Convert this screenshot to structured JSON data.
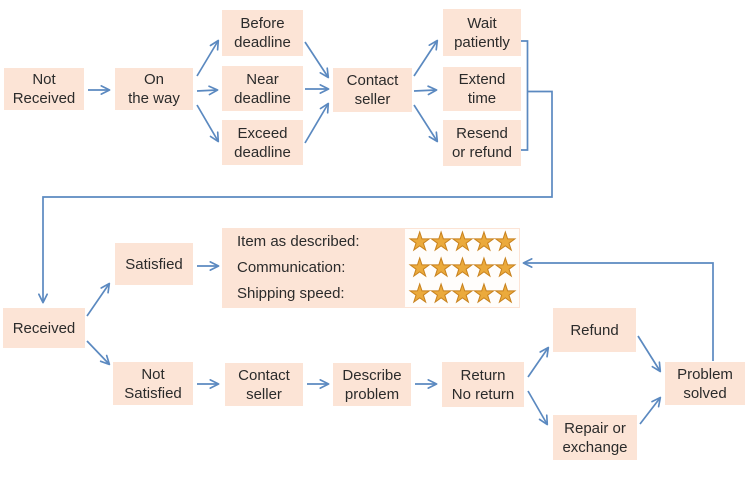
{
  "colors": {
    "box_fill": "#fce4d6",
    "arrow": "#5b89c0",
    "text": "#2b2b2b",
    "star_fill": "#ebaa3c",
    "star_stroke": "#c8821e",
    "panel": "#fffdfb"
  },
  "nodes": {
    "not_received": {
      "label": "Not\nReceived"
    },
    "on_the_way": {
      "label": "On\nthe way"
    },
    "before_deadline": {
      "label": "Before\ndeadline"
    },
    "near_deadline": {
      "label": "Near\ndeadline"
    },
    "exceed_deadline": {
      "label": "Exceed\ndeadline"
    },
    "contact_seller_top": {
      "label": "Contact\nseller"
    },
    "wait_patiently": {
      "label": "Wait\npatiently"
    },
    "extend_time": {
      "label": "Extend\ntime"
    },
    "resend_or_refund": {
      "label": "Resend\nor refund"
    },
    "received": {
      "label": "Received"
    },
    "satisfied": {
      "label": "Satisfied"
    },
    "not_satisfied": {
      "label": "Not\nSatisfied"
    },
    "contact_seller_bottom": {
      "label": "Contact\nseller"
    },
    "describe_problem": {
      "label": "Describe\nproblem"
    },
    "return_no_return": {
      "label": "Return\nNo return"
    },
    "refund": {
      "label": "Refund"
    },
    "repair_or_exchange": {
      "label": "Repair or\nexchange"
    },
    "problem_solved": {
      "label": "Problem\nsolved"
    }
  },
  "rating": {
    "rows": [
      {
        "label": "Item as described:",
        "stars": "★★★★★",
        "value": 5,
        "max": 5
      },
      {
        "label": "Communication:",
        "stars": "★★★★★",
        "value": 5,
        "max": 5
      },
      {
        "label": "Shipping speed:",
        "stars": "★★★★★",
        "value": 5,
        "max": 5
      }
    ]
  }
}
